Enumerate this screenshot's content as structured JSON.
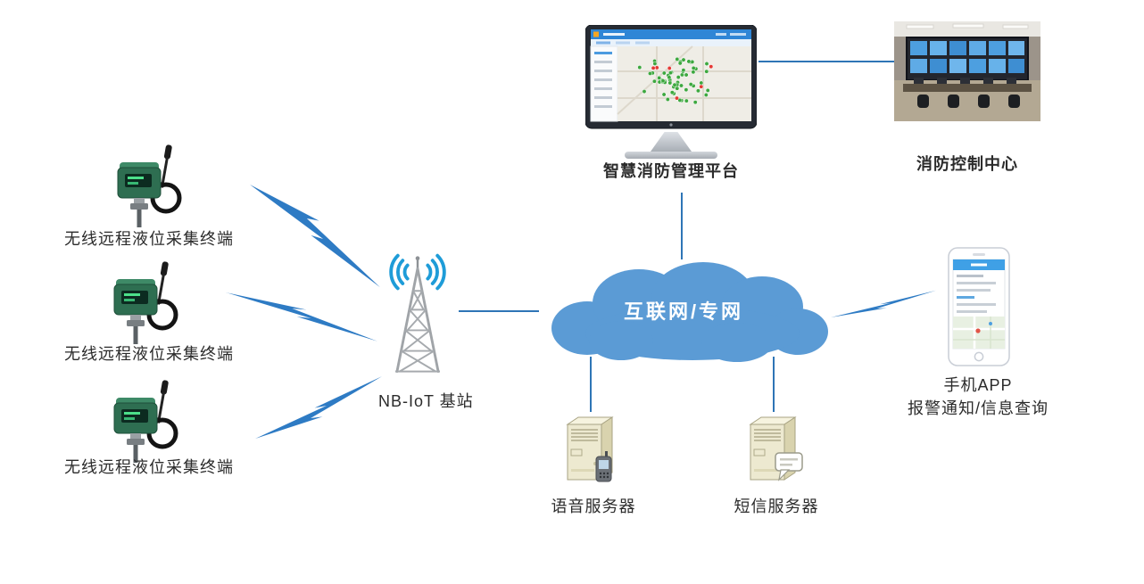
{
  "diagram": {
    "labels": {
      "sensor1": "无线远程液位采集终端",
      "sensor2": "无线远程液位采集终端",
      "sensor3": "无线远程液位采集终端",
      "base_station": "NB-IoT 基站",
      "cloud": "互联网/专网",
      "platform": "智慧消防管理平台",
      "control_center": "消防控制中心",
      "phone_app": "手机APP",
      "phone_app_sub": "报警通知/信息查询",
      "voice_server": "语音服务器",
      "sms_server": "短信服务器"
    },
    "colors": {
      "bolt": "#2E7BC4",
      "line": "#2E75B6",
      "cloud": "#5B9BD5",
      "signal_arc": "#1E9CD8",
      "sensor_green": "#2E6E51",
      "server_beige": "#EDE9D0",
      "screen_blue": "#3FA0E6",
      "marker_green": "#3DA83F",
      "marker_red": "#E53935"
    },
    "monitor_screen": {
      "marker_counts": {
        "green": 64,
        "red": 6
      }
    },
    "edges": [
      {
        "from": "sensor1",
        "to": "base_station",
        "type": "wireless-bolt"
      },
      {
        "from": "sensor2",
        "to": "base_station",
        "type": "wireless-bolt"
      },
      {
        "from": "sensor3",
        "to": "base_station",
        "type": "wireless-bolt"
      },
      {
        "from": "base_station",
        "to": "cloud",
        "type": "line"
      },
      {
        "from": "cloud",
        "to": "platform",
        "type": "line"
      },
      {
        "from": "platform",
        "to": "control_center",
        "type": "line"
      },
      {
        "from": "cloud",
        "to": "phone_app",
        "type": "wireless-bolt"
      },
      {
        "from": "cloud",
        "to": "voice_server",
        "type": "line"
      },
      {
        "from": "cloud",
        "to": "sms_server",
        "type": "line"
      }
    ]
  }
}
